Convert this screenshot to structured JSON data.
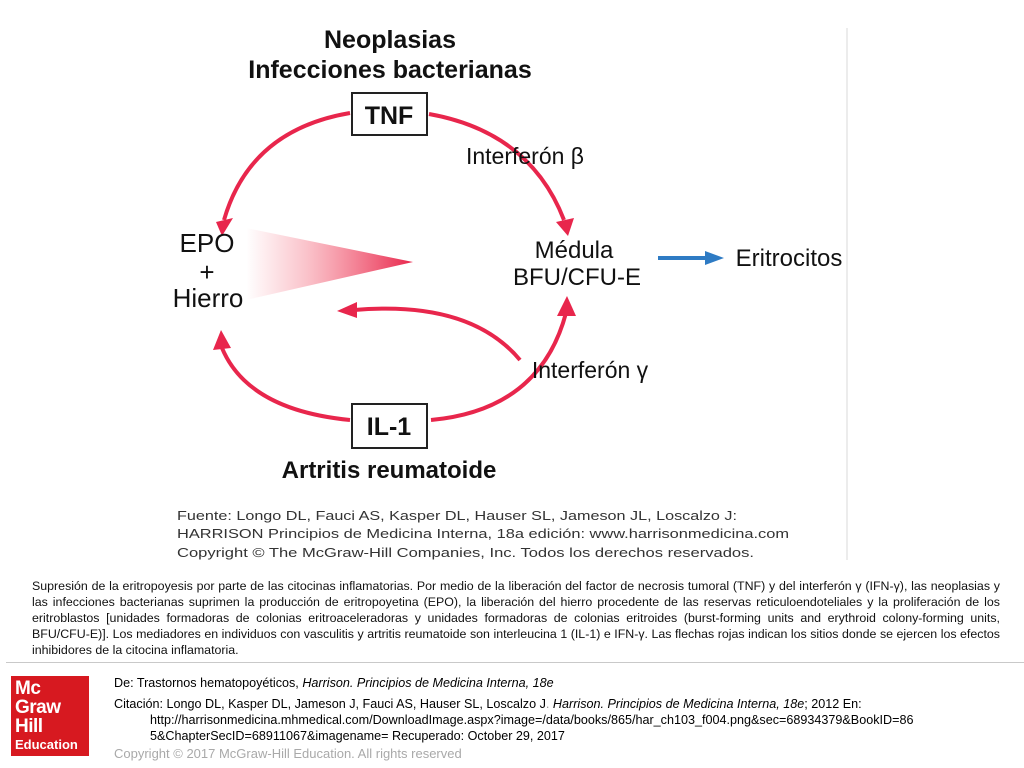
{
  "diagram": {
    "top_labels": [
      "Neoplasias",
      "Infecciones bacterianas"
    ],
    "tnf_label": "TNF",
    "interferon_beta": "Interferón β",
    "epo_lines": [
      "EPO",
      "+",
      "Hierro"
    ],
    "medula_lines": [
      "Médula",
      "BFU/CFU-E"
    ],
    "eritrocitos": "Eritrocitos",
    "interferon_gamma": "Interferón γ",
    "il1_label": "IL-1",
    "bottom_label": "Artritis reumatoide",
    "source_lines": [
      "Fuente: Longo DL, Fauci AS, Kasper DL, Hauser SL, Jameson JL, Loscalzo J:",
      "HARRISON Principios de Medicina Interna, 18a edición: www.harrisonmedicina.com",
      "Copyright © The McGraw-Hill Companies, Inc. Todos los derechos reservados."
    ],
    "colors": {
      "inhibit_arrow": "#e8264c",
      "flow_arrow": "#2e7bc4",
      "box_border": "#222222"
    }
  },
  "caption": "Supresión de la eritropoyesis por parte de las citocinas inflamatorias. Por medio de la liberación del factor de necrosis tumoral (TNF) y del interferón γ (IFN-γ), las neoplasias y las infecciones bacterianas suprimen la producción de eritropoyetina (EPO), la liberación del hierro procedente de las reservas reticuloendoteliales y la proliferación de los eritroblastos [unidades formadoras de colonias eritroaceleradoras y unidades formadoras de colonias eritroides (burst-forming units and erythroid colony-forming units, BFU/CFU-E)]. Los mediadores en individuos con vasculitis y artritis reumatoide son interleucina 1 (IL-1) e IFN-γ. Las flechas rojas indican los sitios donde se ejercen los efectos inhibidores de la citocina inflamatoria.",
  "footer": {
    "logo_lines": [
      "Mc",
      "Graw",
      "Hill",
      "Education"
    ],
    "de_prefix": "De: Trastornos hematopoyéticos, ",
    "de_book": "Harrison. Principios de Medicina Interna, 18e",
    "citacion_prefix": "Citación: Longo DL, Kasper DL, Jameson J, Fauci AS, Hauser SL, Loscalzo J",
    "citacion_sep": ". ",
    "citacion_book": "Harrison. Principios de Medicina Interna, 18e",
    "citacion_suffix": "; 2012 En:",
    "url_line1": "http://harrisonmedicina.mhmedical.com/DownloadImage.aspx?image=/data/books/865/har_ch103_f004.png&sec=68934379&BookID=86",
    "url_line2": "5&ChapterSecID=68911067&imagename= Recuperado: October 29, 2017",
    "copyright": "Copyright © 2017 McGraw-Hill Education. All rights reserved"
  }
}
